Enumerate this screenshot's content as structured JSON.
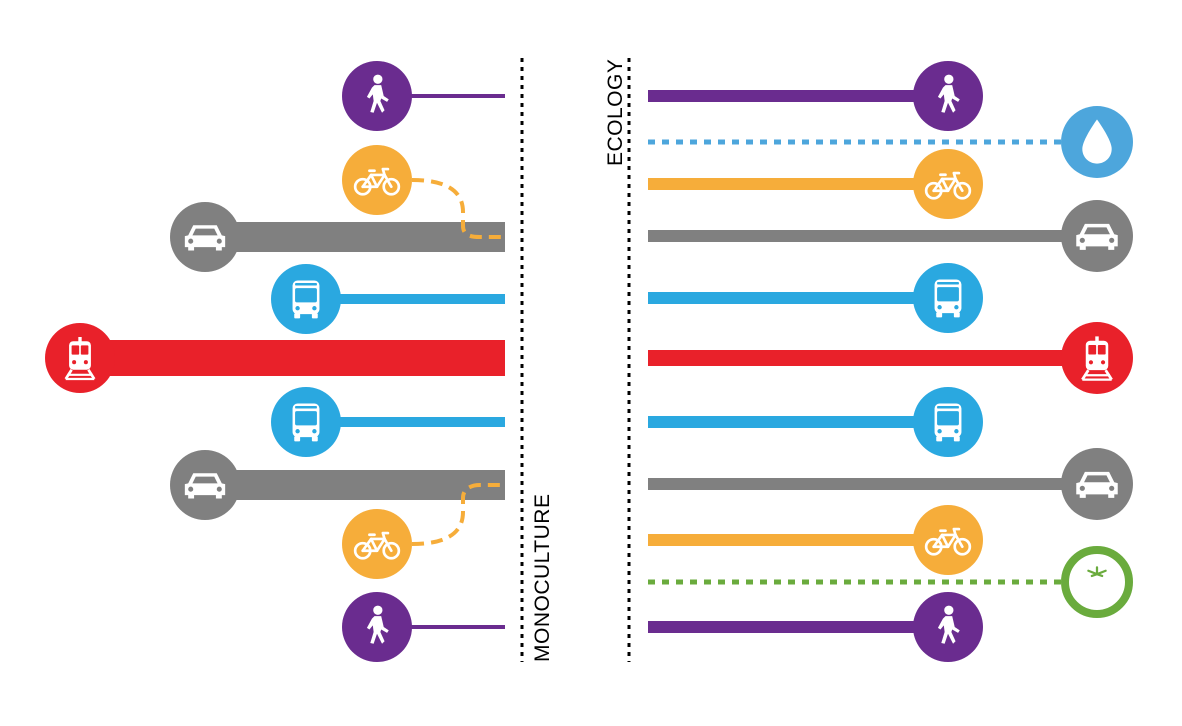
{
  "labels": {
    "left": "MONOCULTURE",
    "right": "ECOLOGY"
  },
  "colors": {
    "pedestrian": "#6a2c8f",
    "bicycle": "#f6ad3a",
    "car": "#808080",
    "bus": "#2aa8e0",
    "train": "#e9212a",
    "water": "#4da6dc",
    "food": "#6aab3d",
    "divider": "#000000"
  },
  "monoculture_lanes": [
    {
      "mode": "pedestrian",
      "icon": "pedestrian-icon"
    },
    {
      "mode": "bicycle",
      "icon": "bicycle-icon"
    },
    {
      "mode": "car",
      "icon": "car-icon"
    },
    {
      "mode": "bus",
      "icon": "bus-icon"
    },
    {
      "mode": "train",
      "icon": "train-icon"
    },
    {
      "mode": "bus",
      "icon": "bus-icon"
    },
    {
      "mode": "car",
      "icon": "car-icon"
    },
    {
      "mode": "bicycle",
      "icon": "bicycle-icon"
    },
    {
      "mode": "pedestrian",
      "icon": "pedestrian-icon"
    }
  ],
  "ecology_lanes": [
    {
      "mode": "pedestrian",
      "icon": "pedestrian-icon"
    },
    {
      "mode": "water",
      "icon": "water-drop-icon"
    },
    {
      "mode": "bicycle",
      "icon": "bicycle-icon"
    },
    {
      "mode": "car",
      "icon": "car-icon"
    },
    {
      "mode": "bus",
      "icon": "bus-icon"
    },
    {
      "mode": "train",
      "icon": "train-icon"
    },
    {
      "mode": "bus",
      "icon": "bus-icon"
    },
    {
      "mode": "car",
      "icon": "car-icon"
    },
    {
      "mode": "bicycle",
      "icon": "bicycle-icon"
    },
    {
      "mode": "food",
      "icon": "tomato-icon"
    },
    {
      "mode": "pedestrian",
      "icon": "pedestrian-icon"
    }
  ]
}
